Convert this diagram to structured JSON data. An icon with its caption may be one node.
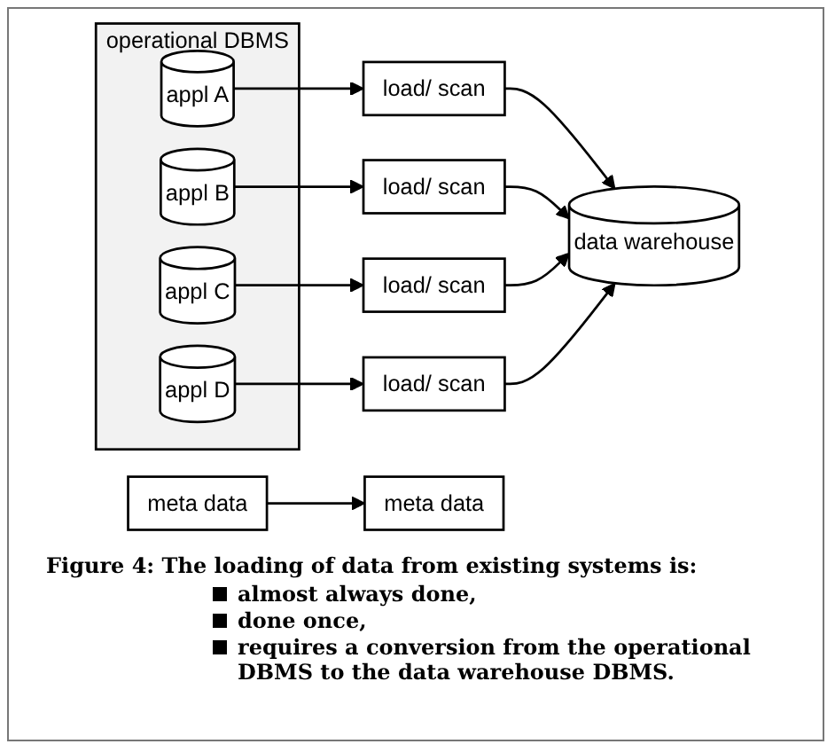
{
  "diagram": {
    "caption": "Figure 4: The loading of data from existing systems is:",
    "nodes": [
      {
        "text": [
          "meta data"
        ]
      },
      {
        "text": [
          "operational DBMS"
        ]
      },
      {
        "text": [
          "appl A"
        ],
        "in": 1
      },
      {
        "text": [
          "appl B"
        ],
        "in": 1
      },
      {
        "text": [
          "appl C"
        ],
        "in": 1
      },
      {
        "text": [
          "appl D"
        ],
        "in": 1
      },
      {
        "text": [
          "load/ scan"
        ]
      },
      {
        "text": [
          "load/ scan"
        ]
      },
      {
        "text": [
          "load/ scan"
        ]
      },
      {
        "text": [
          "load/ scan"
        ]
      },
      {
        "text": [
          "meta data"
        ]
      },
      {
        "text": [
          "data warehouse"
        ]
      }
    ],
    "edges": [
      {
        "from": 0,
        "to": 10,
        "arrow": "to"
      },
      {
        "from": 2,
        "to": 6,
        "arrow": "to"
      },
      {
        "from": 3,
        "to": 7,
        "arrow": "to"
      },
      {
        "from": 4,
        "to": 8,
        "arrow": "to"
      },
      {
        "from": 5,
        "to": 9,
        "arrow": "to"
      },
      {
        "from": 6,
        "to": 11,
        "arrow": "to"
      },
      {
        "from": 7,
        "to": 11,
        "arrow": "to"
      },
      {
        "from": 8,
        "to": 11,
        "arrow": "to"
      },
      {
        "from": 9,
        "to": 11,
        "arrow": "to"
      }
    ],
    "labels": [
      "almost always done,",
      "done once,",
      "requires a conversion from the operational DBMS to the data warehouse DBMS."
    ]
  }
}
